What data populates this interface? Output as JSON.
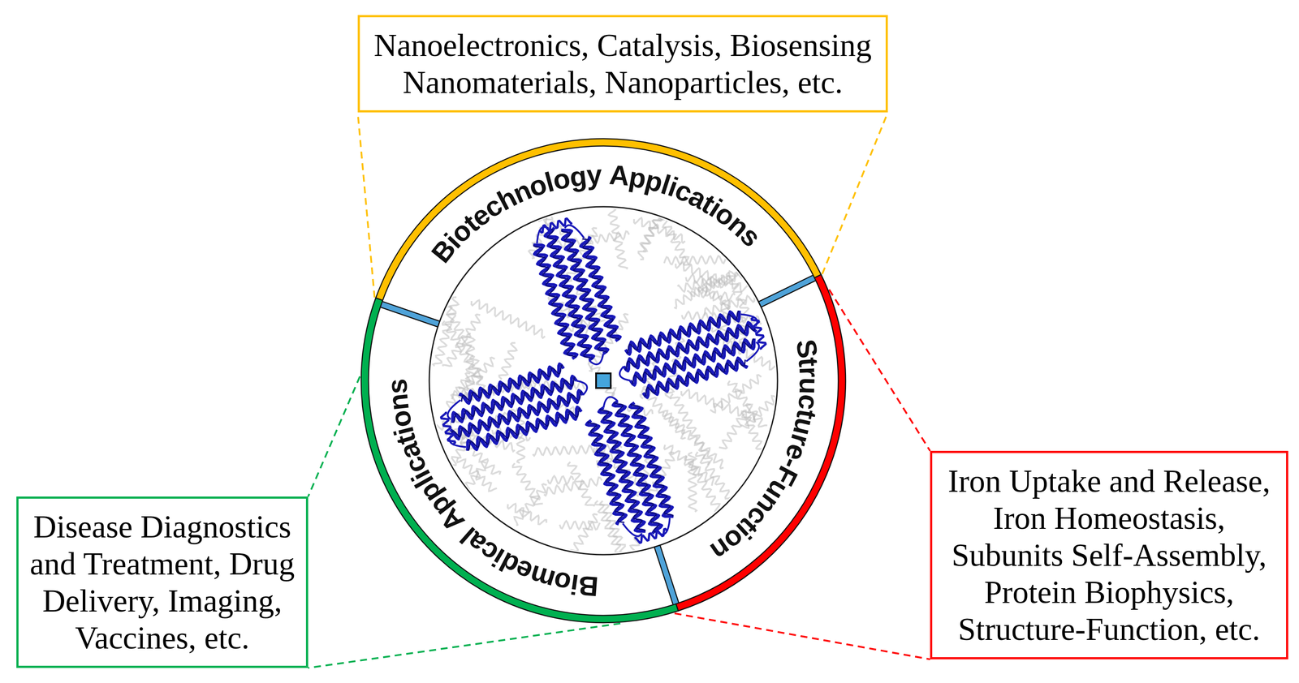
{
  "diagram": {
    "nodes": [
      {
        "text": [
          "Biotechnology Applications"
        ]
      },
      {
        "text": [
          "Nanoelectronics, Catalysis, Biosensing Nanomaterials, Nanoparticles, etc."
        ]
      },
      {
        "text": [
          "Structure-Function"
        ]
      },
      {
        "text": [
          "Iron Uptake and Release, Iron Homeostasis, Subunits Self-Assembly, Protein Biophysics, Structure-Function, etc."
        ]
      },
      {
        "text": [
          "Biomedical Applications"
        ]
      },
      {
        "text": [
          "Disease Diagnostics and Treatment, Drug Delivery, Imaging, Vaccines, etc."
        ]
      }
    ],
    "edges": [
      {
        "from": 0,
        "to": 1,
        "arrow": "none"
      },
      {
        "from": 0,
        "to": 1,
        "arrow": "none"
      },
      {
        "from": 2,
        "to": 3,
        "arrow": "none"
      },
      {
        "from": 2,
        "to": 3,
        "arrow": "none"
      },
      {
        "from": 4,
        "to": 5,
        "arrow": "none"
      },
      {
        "from": 4,
        "to": 5,
        "arrow": "none"
      }
    ]
  }
}
